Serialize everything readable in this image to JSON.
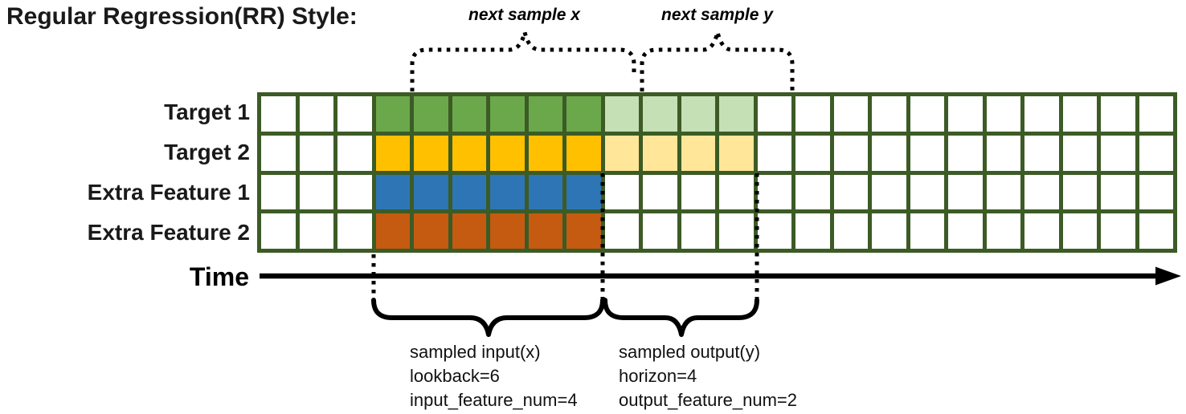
{
  "title": "Regular Regression(RR) Style:",
  "colors": {
    "grid_border": "#3C5B25",
    "empty_cell": "#FFFFFF",
    "annotation": "#000000"
  },
  "grid": {
    "columns": 24,
    "input_start_col": 3,
    "lookback": 6,
    "horizon": 4,
    "rows": [
      {
        "label": "Target 1",
        "input_color": "#6BA84B",
        "output_color": "#C5E0B4"
      },
      {
        "label": "Target 2",
        "input_color": "#FFC000",
        "output_color": "#FFE699"
      },
      {
        "label": "Extra Feature 1",
        "input_color": "#2E75B6",
        "output_color": "#FFFFFF"
      },
      {
        "label": "Extra Feature 2",
        "input_color": "#C55A11",
        "output_color": "#FFFFFF"
      }
    ]
  },
  "annotations": {
    "next_sample_x": "next sample x",
    "next_sample_y": "next sample y",
    "time_label": "Time",
    "input_block": {
      "line1": "sampled input(x)",
      "line2": "lookback=6",
      "line3": "input_feature_num=4"
    },
    "output_block": {
      "line1": "sampled output(y)",
      "line2": "horizon=4",
      "line3": "output_feature_num=2"
    }
  }
}
